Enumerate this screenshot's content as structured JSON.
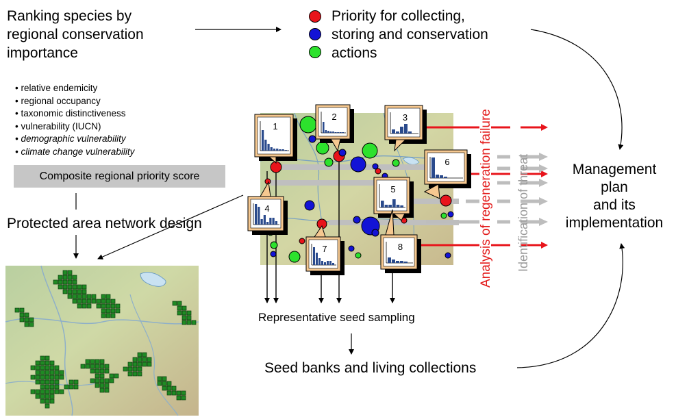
{
  "ranking": {
    "line1": "Ranking species by",
    "line2": "regional conservation",
    "line3": "importance"
  },
  "criteria": [
    "relative endemicity",
    "regional occupancy",
    "taxonomic distinctiveness",
    "vulnerability (IUCN)",
    "demographic vulnerability",
    "climate change vulnerability"
  ],
  "composite_score": "Composite regional priority score",
  "protected_area": "Protected area network design",
  "priority": {
    "line1": "Priority for collecting,",
    "line2": "storing and conservation",
    "line3": "actions",
    "colors": {
      "red": "#e8141b",
      "blue": "#1313d6",
      "green": "#2de12d"
    }
  },
  "analysis_label": "Analysis of regeneration failure",
  "threat_label": "Identification of threat",
  "management": {
    "line1": "Management",
    "line2": "plan",
    "line3": "and its",
    "line4": "implementation"
  },
  "seed_sampling": "Representative seed sampling",
  "seed_banks": "Seed banks and living collections",
  "callouts": [
    "1",
    "2",
    "3",
    "4",
    "5",
    "6",
    "7",
    "8"
  ]
}
